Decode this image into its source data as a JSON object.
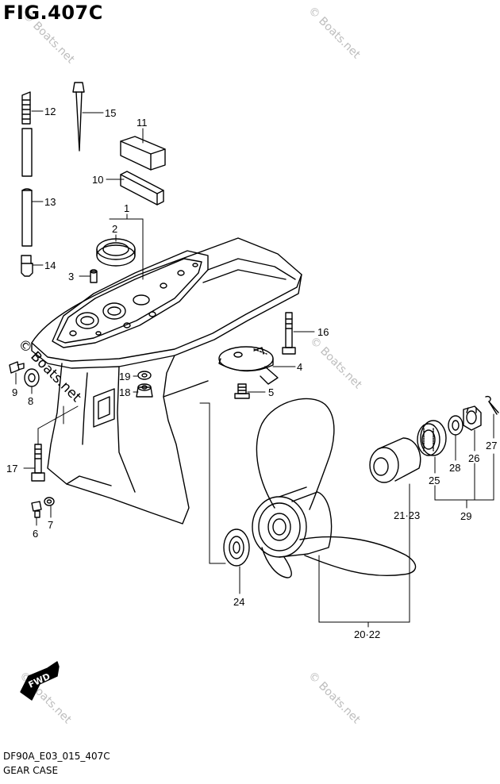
{
  "figure": {
    "title": "FIG.407C"
  },
  "captions": {
    "line1": "DF90A_E03_015_407C",
    "line2": "GEAR CASE"
  },
  "watermark": {
    "text": "© Boats.net"
  },
  "fwd_badge": {
    "text": "FWD"
  },
  "callouts": {
    "c1": "1",
    "c2": "2",
    "c3": "3",
    "c4": "4",
    "c5": "5",
    "c6": "6",
    "c7": "7",
    "c8": "8",
    "c9": "9",
    "c10": "10",
    "c11": "11",
    "c12": "12",
    "c13": "13",
    "c14": "14",
    "c15": "15",
    "c16": "16",
    "c17": "17",
    "c18": "18",
    "c19": "19",
    "c2123": "21·23",
    "c24": "24",
    "c25": "25",
    "c26": "26",
    "c27": "27",
    "c28": "28",
    "c29": "29",
    "c2022": "20·22"
  }
}
